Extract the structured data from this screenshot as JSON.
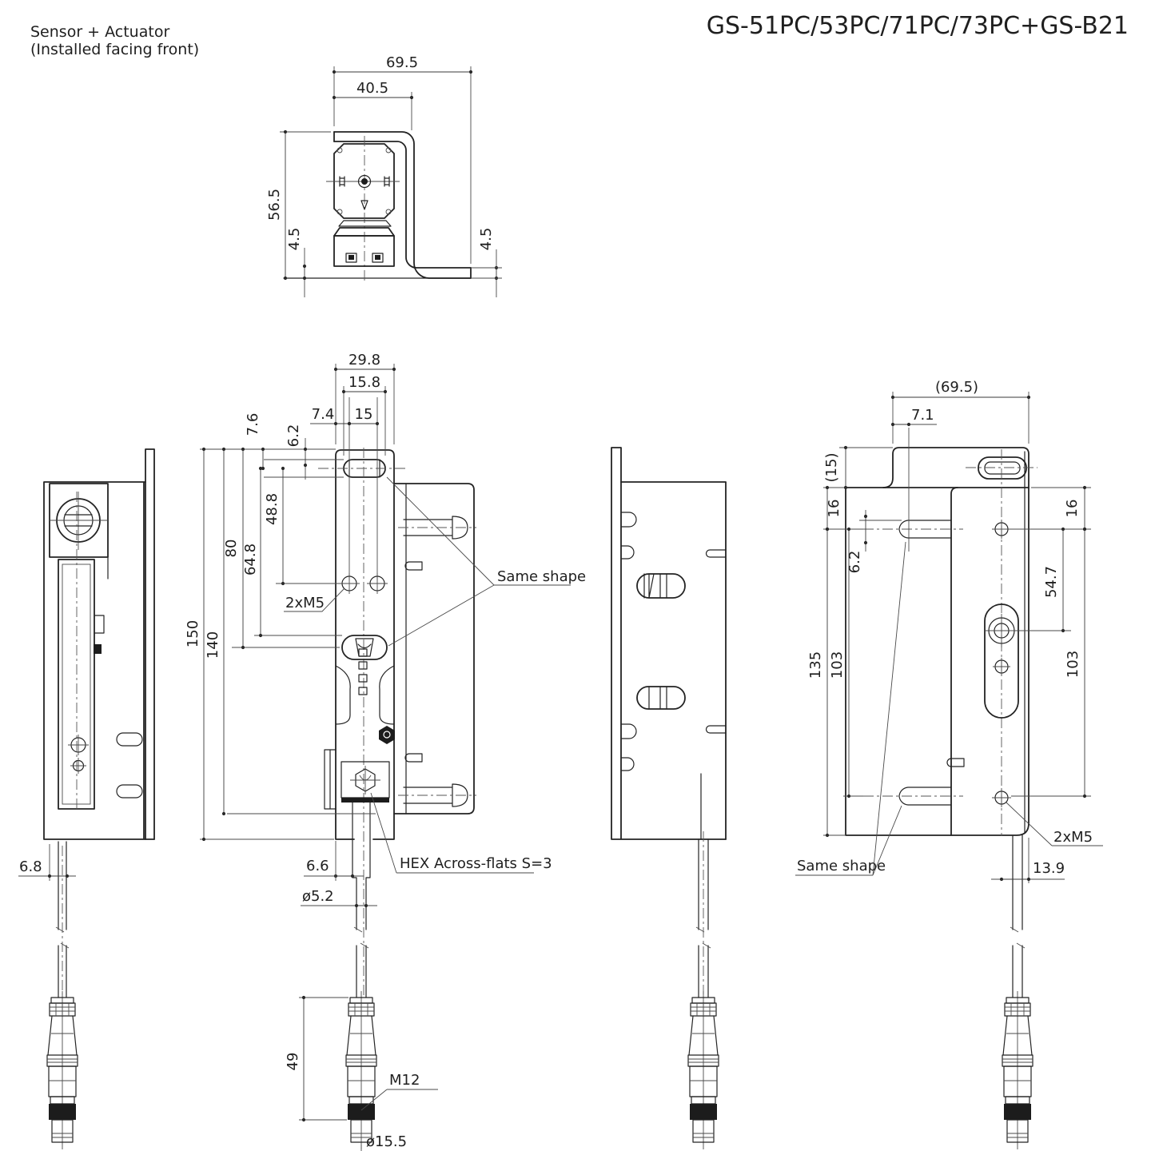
{
  "page": {
    "note_line1": "Sensor + Actuator",
    "note_line2": "(Installed facing front)",
    "title": "GS-51PC/53PC/71PC/73PC+GS-B21"
  },
  "top_view": {
    "dim_overall_width": "69.5",
    "dim_sensor_width": "40.5",
    "dim_depth": "56.5",
    "dim_gap_left": "4.5",
    "dim_gap_right": "4.5"
  },
  "left_view": {
    "dim_cable_offset": "6.8"
  },
  "front_view": {
    "dim_width": "29.8",
    "dim_slot_length": "15.8",
    "dim_hole_offset": "7.4",
    "dim_hole_pitch": "15",
    "dim_7_6": "7.6",
    "dim_6_2": "6.2",
    "dim_48_8": "48.8",
    "dim_80": "80",
    "dim_64_8": "64.8",
    "dim_height_overall": "150",
    "dim_height_bracket": "140",
    "label_thread": "2xM5",
    "note_same_shape": "Same shape",
    "dim_cable_offset": "6.6",
    "note_hex": "HEX Across-flats S=3",
    "dim_cable_dia": "ø5.2",
    "dim_connector_len": "49",
    "label_connector_thread": "M12",
    "dim_connector_dia": "ø15.5"
  },
  "rear_view": {
    "dim_ref_width": "(69.5)",
    "dim_7_1": "7.1",
    "dim_ref_15": "(15)",
    "dim_16_left": "16",
    "dim_6_2": "6.2",
    "dim_16_right": "16",
    "dim_54_7": "54.7",
    "dim_135": "135",
    "dim_103_left": "103",
    "dim_103_right": "103",
    "label_thread": "2xM5",
    "note_same_shape": "Same shape",
    "dim_13_9": "13.9"
  }
}
